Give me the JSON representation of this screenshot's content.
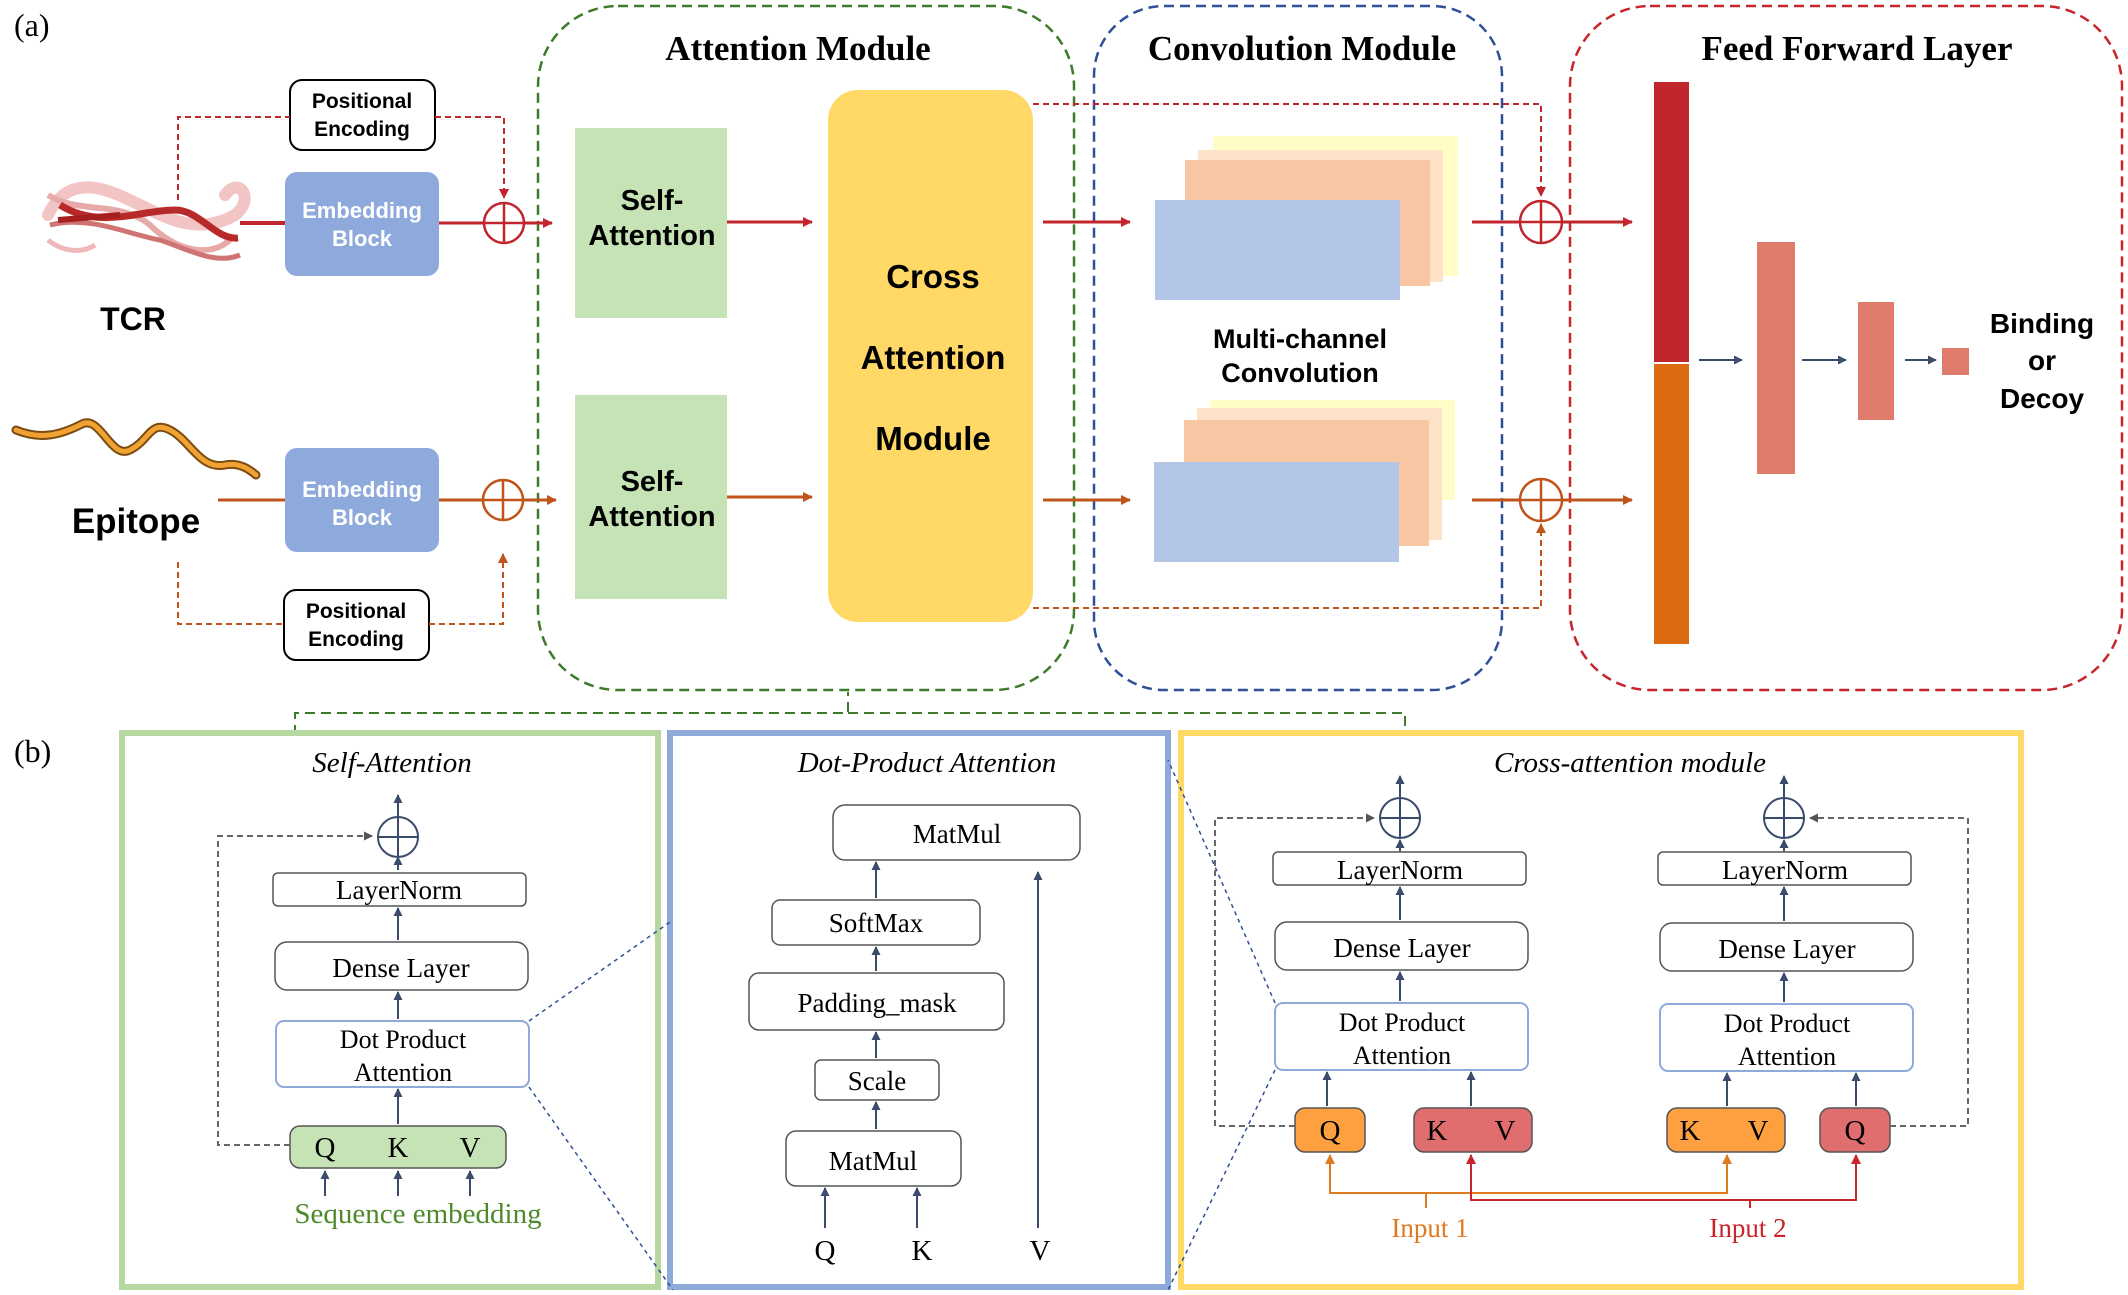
{
  "panel_a": {
    "label": "(a)",
    "tcr_label": "TCR",
    "epitope_label": "Epitope",
    "positional_encoding_top": [
      "Positional",
      "Encoding"
    ],
    "positional_encoding_bottom": [
      "Positional",
      "Encoding"
    ],
    "embedding_top": [
      "Embedding",
      "Block"
    ],
    "embedding_bottom": [
      "Embedding",
      "Block"
    ],
    "attention_module_title": "Attention Module",
    "self_attention_top": [
      "Self-",
      "Attention"
    ],
    "self_attention_bottom": [
      "Self-",
      "Attention"
    ],
    "cross_attention": [
      "Cross",
      "Attention",
      "Module"
    ],
    "convolution_module_title": "Convolution Module",
    "multichannel": [
      "Multi-channel",
      "Convolution"
    ],
    "ffl_title": "Feed Forward Layer",
    "output": [
      "Binding",
      "or",
      "Decoy"
    ]
  },
  "panel_b": {
    "label": "(b)",
    "self_attention": {
      "title": "Self-Attention",
      "layernorm": "LayerNorm",
      "dense": "Dense Layer",
      "dot": [
        "Dot Product",
        "Attention"
      ],
      "q": "Q",
      "k": "K",
      "v": "V",
      "input": "Sequence embedding"
    },
    "dot_product": {
      "title": "Dot-Product Attention",
      "matmul_top": "MatMul",
      "softmax": "SoftMax",
      "padding": "Padding_mask",
      "scale": "Scale",
      "matmul_bottom": "MatMul",
      "q": "Q",
      "k": "K",
      "v": "V"
    },
    "cross": {
      "title": "Cross-attention module",
      "layernorm_left": "LayerNorm",
      "layernorm_right": "LayerNorm",
      "dense_left": "Dense Layer",
      "dense_right": "Dense Layer",
      "dot_left": [
        "Dot Product",
        "Attention"
      ],
      "dot_right": [
        "Dot Product",
        "Attention"
      ],
      "q_left": "Q",
      "kv_left_k": "K",
      "kv_left_v": "V",
      "kv_right_k": "K",
      "kv_right_v": "V",
      "q_right": "Q",
      "input1": "Input 1",
      "input2": "Input 2"
    }
  },
  "colors": {
    "green_dash": "#3d7a2a",
    "blue_dash": "#2f4f96",
    "red_dash": "#c8242c",
    "tcr_red": "#c0262c",
    "epi_orange": "#c0541a",
    "embed_blue": "#8ea9dc",
    "self_green": "#c6e3b5",
    "cross_yellow": "#ffd866",
    "panel_green": "#b7d7a0",
    "panel_blue": "#8eaadb",
    "panel_yellow": "#ffd966"
  }
}
